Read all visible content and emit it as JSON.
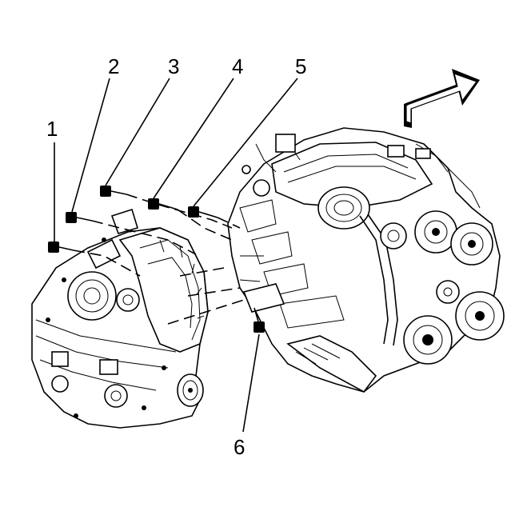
{
  "callouts": [
    {
      "id": "1",
      "text": "1"
    },
    {
      "id": "2",
      "text": "2"
    },
    {
      "id": "3",
      "text": "3"
    },
    {
      "id": "4",
      "text": "4"
    },
    {
      "id": "5",
      "text": "5"
    },
    {
      "id": "6",
      "text": "6"
    }
  ],
  "icons": {
    "direction_arrow": "front-direction-arrow-icon",
    "bolt": "bolt-icon"
  }
}
